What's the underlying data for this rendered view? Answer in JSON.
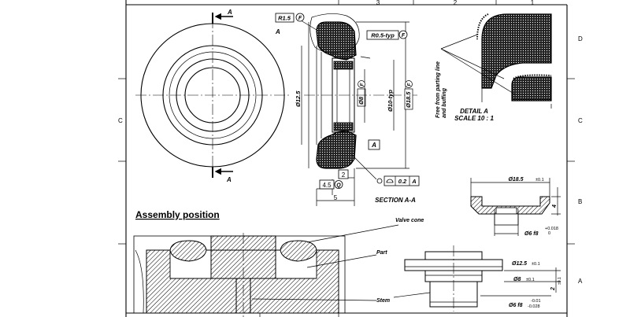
{
  "zones": {
    "col3": "3",
    "col2": "2",
    "col1": "1",
    "rowD": "D",
    "rowC": "C",
    "rowB": "B",
    "rowA": "A"
  },
  "section_marks": {
    "top": "A",
    "bottom": "A"
  },
  "section_view": {
    "r1_5": "R1.5",
    "r0_5_typ": "R0.5-typ",
    "f_marker": "F",
    "a_leader": "A",
    "d12_5": "Ø12.5",
    "d8": "Ø8",
    "d10_typ": "Ø10-typ",
    "d18_5": "Ø18.5",
    "datum_a": "A",
    "dim_2": "2",
    "dim_4_5": "4.5",
    "q_marker": "Q",
    "dim_5": "5",
    "tol_value": "0.2",
    "tol_datum": "A",
    "title": "SECTION A-A"
  },
  "detail": {
    "note_line1": "Free from parting line",
    "note_line2": "and buffing",
    "title": "DETAIL A",
    "scale": "SCALE 10 : 1"
  },
  "valve_cone": {
    "d18_5": "Ø18.5",
    "tol_0_1": "±0.1",
    "dim_4": "4",
    "d6f8": "Ø6 f8",
    "tol_upper": "+0.018",
    "tol_lower": "0"
  },
  "stem": {
    "d12_5": "Ø12.5",
    "tol_a": "±0.1",
    "d8": "Ø8",
    "tol_b": "±0.1",
    "dim_2": "2",
    "tol_c": "±0.1",
    "d6f8": "Ø6 f8",
    "tol_upper": "-0.01",
    "tol_lower": "-0.028"
  },
  "assembly": {
    "title": "Assembly position",
    "valve_cone_label": "Valve cone",
    "part_label": "Part",
    "stem_label": "Stem"
  }
}
